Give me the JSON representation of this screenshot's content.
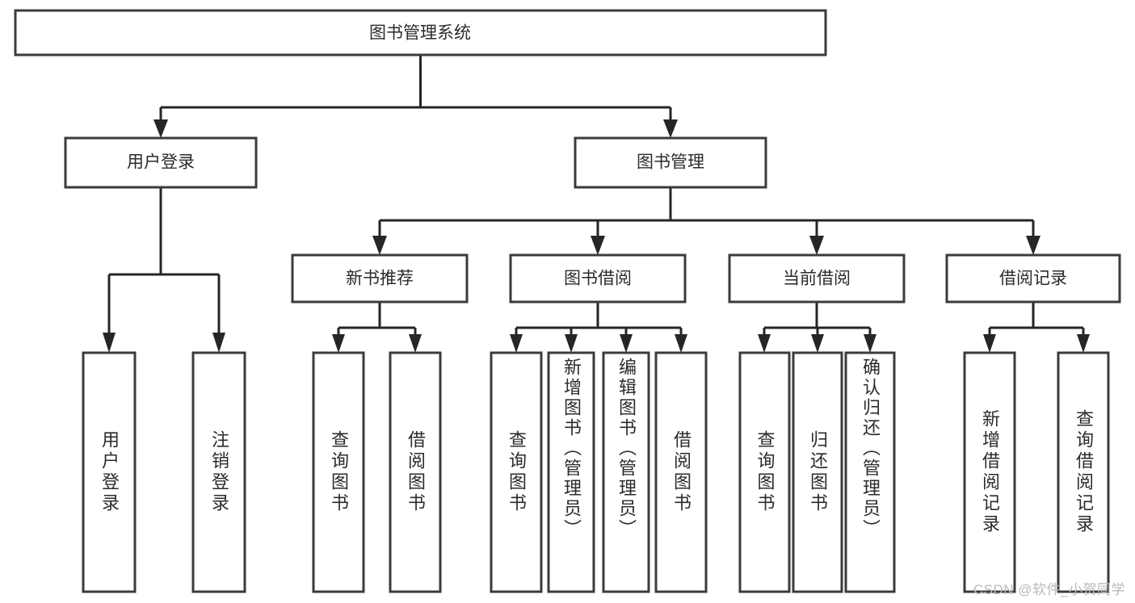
{
  "diagram": {
    "title": "图书管理系统",
    "watermark": "CSDN @软件_小贺同学",
    "colors": {
      "box_stroke": "#3b3b3b",
      "connector": "#262626",
      "text": "#2b2b2b",
      "background": "#ffffff",
      "watermark": "#b9b9b9"
    },
    "root": {
      "label": "图书管理系统"
    },
    "level2": [
      {
        "label": "用户登录"
      },
      {
        "label": "图书管理"
      }
    ],
    "level3": [
      {
        "label": "新书推荐"
      },
      {
        "label": "图书借阅"
      },
      {
        "label": "当前借阅"
      },
      {
        "label": "借阅记录"
      }
    ],
    "leaves": {
      "user_login": [
        {
          "label": "用户登录"
        },
        {
          "label": "注销登录"
        }
      ],
      "new_book_recommend": [
        {
          "label": "查询图书"
        },
        {
          "label": "借阅图书"
        }
      ],
      "book_borrow": [
        {
          "label": "查询图书"
        },
        {
          "label": "新增图书（管理员）"
        },
        {
          "label": "编辑图书（管理员）"
        },
        {
          "label": "借阅图书"
        }
      ],
      "current_borrow": [
        {
          "label": "查询图书"
        },
        {
          "label": "归还图书"
        },
        {
          "label": "确认归还（管理员）"
        }
      ],
      "borrow_records": [
        {
          "label": "新增借阅记录"
        },
        {
          "label": "查询借阅记录"
        }
      ]
    }
  }
}
